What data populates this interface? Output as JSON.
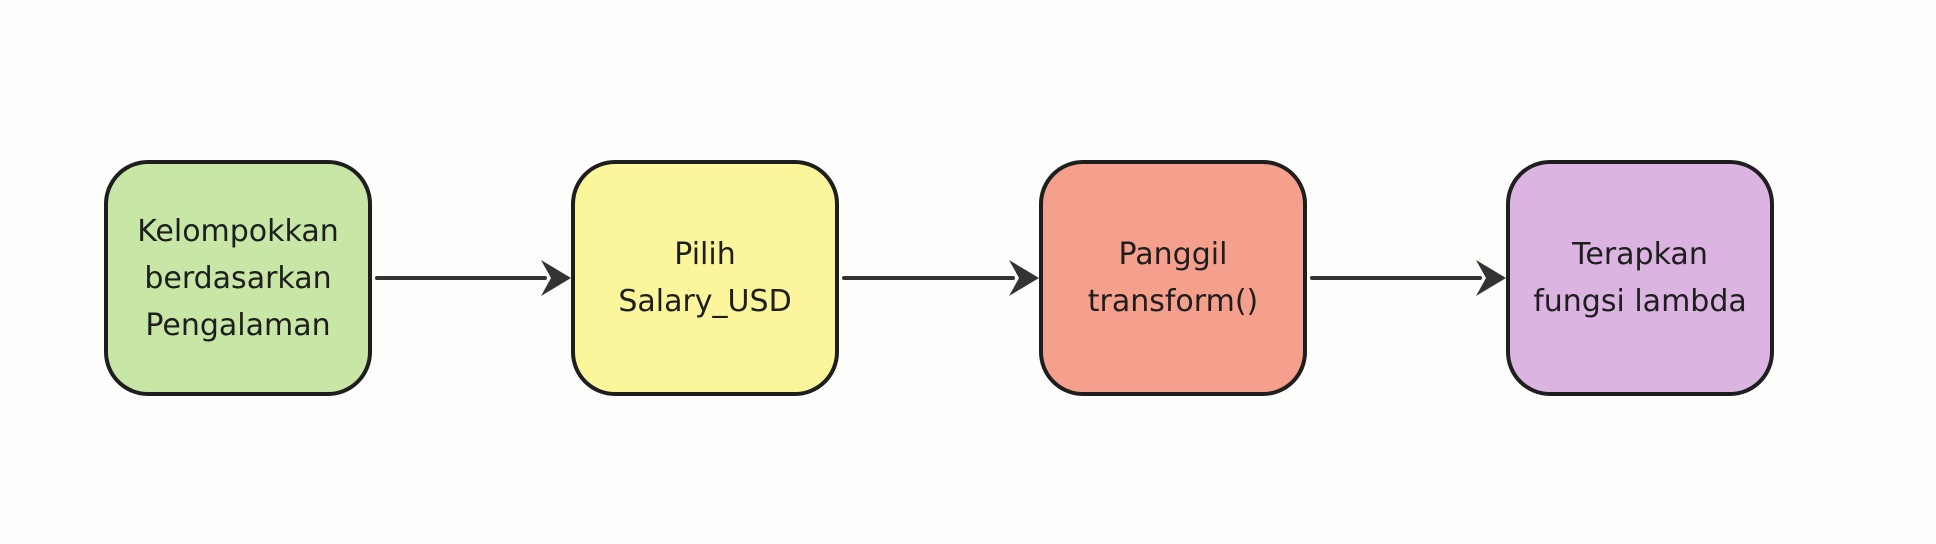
{
  "diagram": {
    "nodes": [
      {
        "id": "n1",
        "label": "Kelompokkan\nberdasarkan\nPengalaman",
        "color": "#c8e6a6"
      },
      {
        "id": "n2",
        "label": "Pilih\nSalary_USD",
        "color": "#fbf59c"
      },
      {
        "id": "n3",
        "label": "Panggil\ntransform()",
        "color": "#f4a08d"
      },
      {
        "id": "n4",
        "label": "Terapkan\nfungsi lambda",
        "color": "#dcb4e2"
      }
    ],
    "edges": [
      {
        "from": "n1",
        "to": "n2"
      },
      {
        "from": "n2",
        "to": "n3"
      },
      {
        "from": "n3",
        "to": "n4"
      }
    ],
    "border_color": "#1e1e1e",
    "arrow_color": "#333333",
    "background": "#fdfdfc"
  }
}
